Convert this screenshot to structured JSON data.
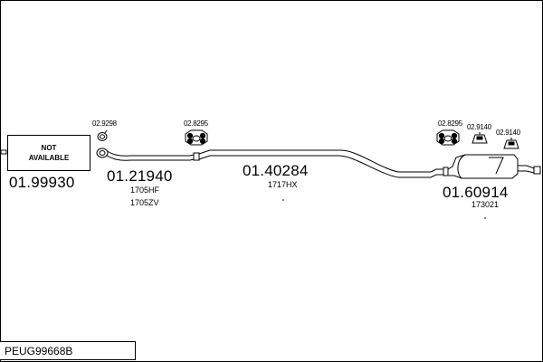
{
  "page": {
    "code": "PEUG99668B"
  },
  "not_available": {
    "line1": "NOT",
    "line2": "AVAILABLE",
    "number": "01.99930"
  },
  "front_pipe": {
    "number": "01.21940",
    "ref1": "1705HF",
    "ref2": "1705ZV",
    "clamp": "02.9298",
    "mount": "02.8295"
  },
  "middle_pipe": {
    "number": "01.40284",
    "ref1": "1717HX"
  },
  "rear_silencer": {
    "number": "01.60914",
    "ref1": "173021",
    "mount": "02.8295",
    "hanger1": "02.9140",
    "hanger2": "02.9140"
  },
  "icons": [
    "clamp-icon",
    "rubber-mount-icon",
    "rubber-hanger-icon",
    "silencer-icon"
  ],
  "colors": {
    "line": "#000000",
    "background": "#ffffff"
  }
}
